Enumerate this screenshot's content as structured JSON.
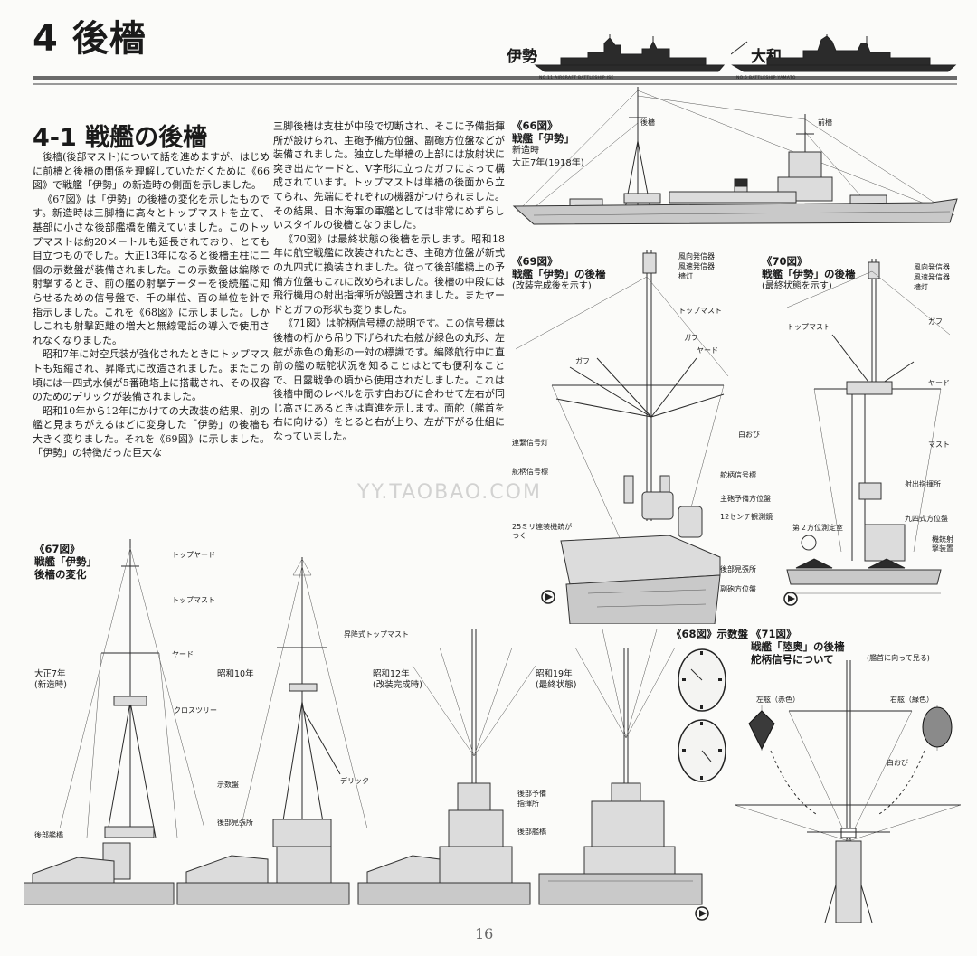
{
  "chapter_title": "4 後檣",
  "silhouettes": {
    "left_label": "伊勢",
    "left_caption": "NO.11 AIRCRAFT BATTLESHIP ISE",
    "right_label": "大和",
    "right_caption": "NO.5 BATTLESHIP YAMATO"
  },
  "section_title": "4-1 戦艦の後檣",
  "column1": [
    "後檣(後部マスト)について話を進めますが、はじめに前檣と後檣の関係を理解していただくために《66図》で戦艦「伊勢」の新造時の側面を示しました。",
    "《67図》は「伊勢」の後檣の変化を示したものです。新造時は三脚檣に高々とトップマストを立て、基部に小さな後部艦橋を備えていました。このトップマストは約20メートルも延長されており、とても目立つものでした。大正13年になると後檣主柱に二個の示数盤が装備されました。この示数盤は編隊で射撃するとき、前の艦の射撃データーを後続艦に知らせるための信号盤で、千の単位、百の単位を針で指示しました。これを《68図》に示しました。しかしこれも射撃距離の増大と無線電話の導入で使用されなくなりました。",
    "昭和7年に対空兵装が強化されたときにトップマストも短縮され、昇降式に改造されました。またこの頃には一四式水偵が5番砲塔上に搭載され、その収容のためのデリックが装備されました。",
    "昭和10年から12年にかけての大改装の結果、別の艦と見まちがえるほどに変身した「伊勢」の後檣も大きく変りました。それを《69図》に示しました。「伊勢」の特徴だった巨大な"
  ],
  "column2": [
    "三脚後檣は支柱が中段で切断され、そこに予備指揮所が設けられ、主砲予備方位盤、副砲方位盤などが装備されました。独立した単檣の上部には放射状に突き出たヤードと、V字形に立ったガフによって構成されています。トップマストは単檣の後面から立てられ、先端にそれぞれの機器がつけられました。その結果、日本海軍の軍艦としては非常にめずらしいスタイルの後檣となりました。",
    "《70図》は最終状態の後檣を示します。昭和18年に航空戦艦に改装されたとき、主砲方位盤が新式の九四式に換装されました。従って後部艦橋上の予備方位盤もこれに改められました。後檣の中段には飛行機用の射出指揮所が設置されました。またヤードとガフの形状も変りました。",
    "《71図》は舵柄信号標の説明です。この信号標は後檣の桁から吊り下げられた右舷が緑色の丸形、左舷が赤色の角形の一対の標識です。編隊航行中に直前の艦の転舵状況を知ることはとても便利なことで、日露戦争の頃から使用されだしました。これは後檣中間のレベルを示す白おびに合わせて左右が同じ高さにあるときは直進を示します。面舵（艦首を右に向ける）をとると右が上り、左が下がる仕組になっていました。"
  ],
  "fig66": {
    "label": "《66図》",
    "title": "戦艦「伊勢」",
    "sub1": "新造時",
    "sub2": "大正7年(1918年)",
    "c_aft": "後檣",
    "c_fore": "前檣"
  },
  "fig69": {
    "label": "《69図》",
    "title": "戦艦「伊勢」の後檣",
    "sub": "(改装完成後を示す)",
    "c1": "風向発信器",
    "c2": "風速発信器",
    "c3": "檣灯",
    "c4": "トップマスト",
    "c5": "ガフ",
    "c6": "ヤード",
    "c7": "ガフ",
    "c8": "連繋信号灯",
    "c9": "白おび",
    "c10": "舵柄信号標",
    "c11": "舵柄信号標",
    "c12": "主砲予備方位盤",
    "c13": "12センチ観測鏡",
    "c14": "25ミリ連装機銃がつく",
    "c15": "後部見張所",
    "c16": "副砲方位盤"
  },
  "fig70": {
    "label": "《70図》",
    "title": "戦艦「伊勢」の後檣",
    "sub": "(最終状態を示す)",
    "c1": "風向発信器",
    "c2": "風速発信器",
    "c3": "檣灯",
    "c4": "トップマスト",
    "c5": "ガフ",
    "c6": "ヤード",
    "c7": "マスト",
    "c8": "射出指揮所",
    "c9": "第２方位測定室",
    "c10": "九四式方位盤",
    "c11": "機銃射撃装置"
  },
  "fig67": {
    "label": "《67図》",
    "title1": "戦艦「伊勢」",
    "title2": "後檣の変化",
    "era1a": "大正7年",
    "era1b": "(新造時)",
    "era2": "昭和10年",
    "era3a": "昭和12年",
    "era3b": "(改装完成時)",
    "era4a": "昭和19年",
    "era4b": "(最終状態)",
    "c_topyard": "トップヤード",
    "c_topmast": "トップマスト",
    "c_yard": "ヤード",
    "c_crosstree": "クロスツリー",
    "c_indicator": "示数盤",
    "c_lookout": "後部見張所",
    "c_aftbridge": "後部艦橋",
    "c_elevating": "昇降式トップマスト",
    "c_derrick": "デリック",
    "c_reserve1": "後部予備",
    "c_reserve2": "指揮所",
    "c_aftbridge2": "後部艦橋"
  },
  "fig68": {
    "label": "《68図》示数盤"
  },
  "fig71": {
    "label": "《71図》",
    "title1": "戦艦「陸奥」の後檣",
    "title2": "舵柄信号について",
    "note": "(艦首に向って見る)",
    "port": "左舷（赤色）",
    "starboard": "右舷（緑色）",
    "band": "白おび"
  },
  "watermark": "YY.TAOBAO.COM",
  "page_number": "16"
}
